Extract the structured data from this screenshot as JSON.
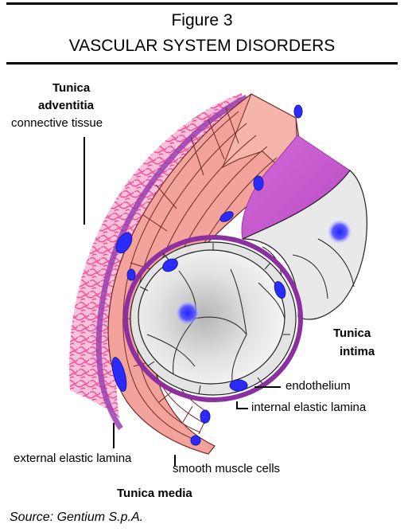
{
  "header": {
    "figure_number": "Figure 3",
    "title": "VASCULAR SYSTEM DISORDERS"
  },
  "labels": {
    "tunica_adventitia_line1": "Tunica",
    "tunica_adventitia_line2": "adventitia",
    "connective_tissue": "connective tissue",
    "tunica_intima_line1": "Tunica",
    "tunica_intima_line2": "intima",
    "endothelium": "endothelium",
    "internal_elastic_lamina": "internal elastic lamina",
    "external_elastic_lamina": "external elastic lamina",
    "smooth_muscle_cells": "smooth muscle cells",
    "tunica_media": "Tunica media"
  },
  "source": "Source:  Gentium S.p.A.",
  "colors": {
    "adventitia": "#f06aa8",
    "media": "#f3a39b",
    "media_line": "#6b2a26",
    "elastic_lamina": "#b04fc0",
    "intima_band": "#c95bd0",
    "endothelium": "#e6e6e6",
    "nucleus": "#2b2bff"
  }
}
